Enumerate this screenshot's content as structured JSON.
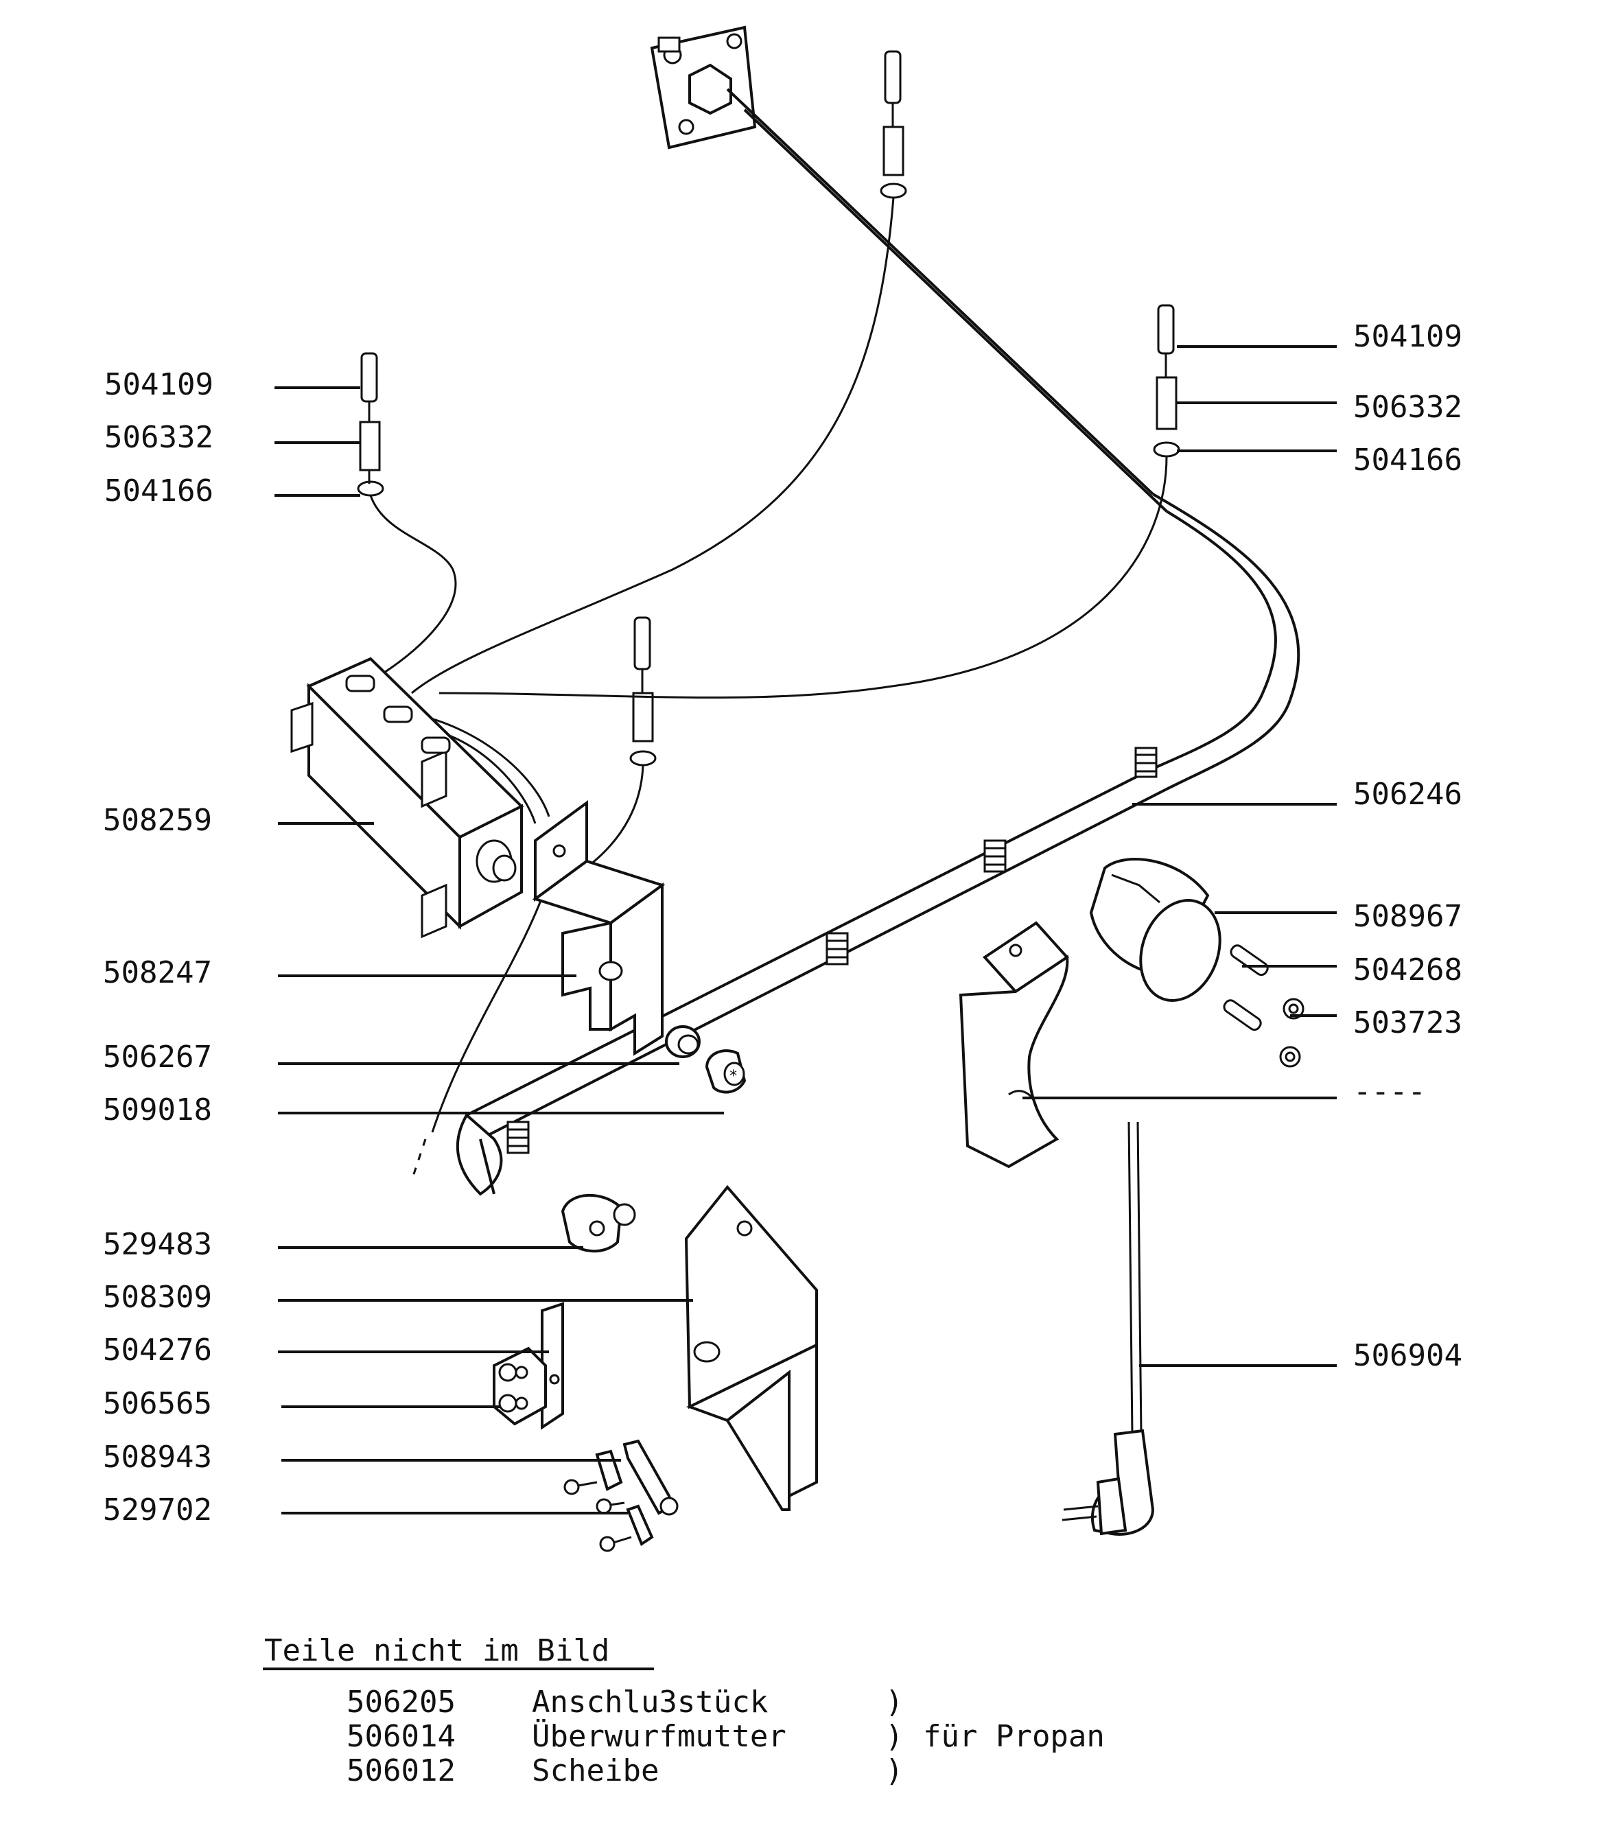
{
  "labels_left": [
    "504109",
    "506332",
    "504166",
    "508259",
    "508247",
    "506267",
    "509018",
    "529483",
    "508309",
    "504276",
    "506565",
    "508943",
    "529702"
  ],
  "labels_right": [
    "504109",
    "506332",
    "504166",
    "506246",
    "508967",
    "504268",
    "503723",
    "----",
    "506904"
  ],
  "legend": {
    "title": "Teile nicht im Bild",
    "rows": [
      {
        "code": "506205",
        "name": "Anschlu3stück",
        "bracket": ")",
        "note": ""
      },
      {
        "code": "506014",
        "name": "Überwurfmutter",
        "bracket": ")",
        "note": "für Propan"
      },
      {
        "code": "506012",
        "name": "Scheibe",
        "bracket": ")",
        "note": ""
      }
    ]
  }
}
